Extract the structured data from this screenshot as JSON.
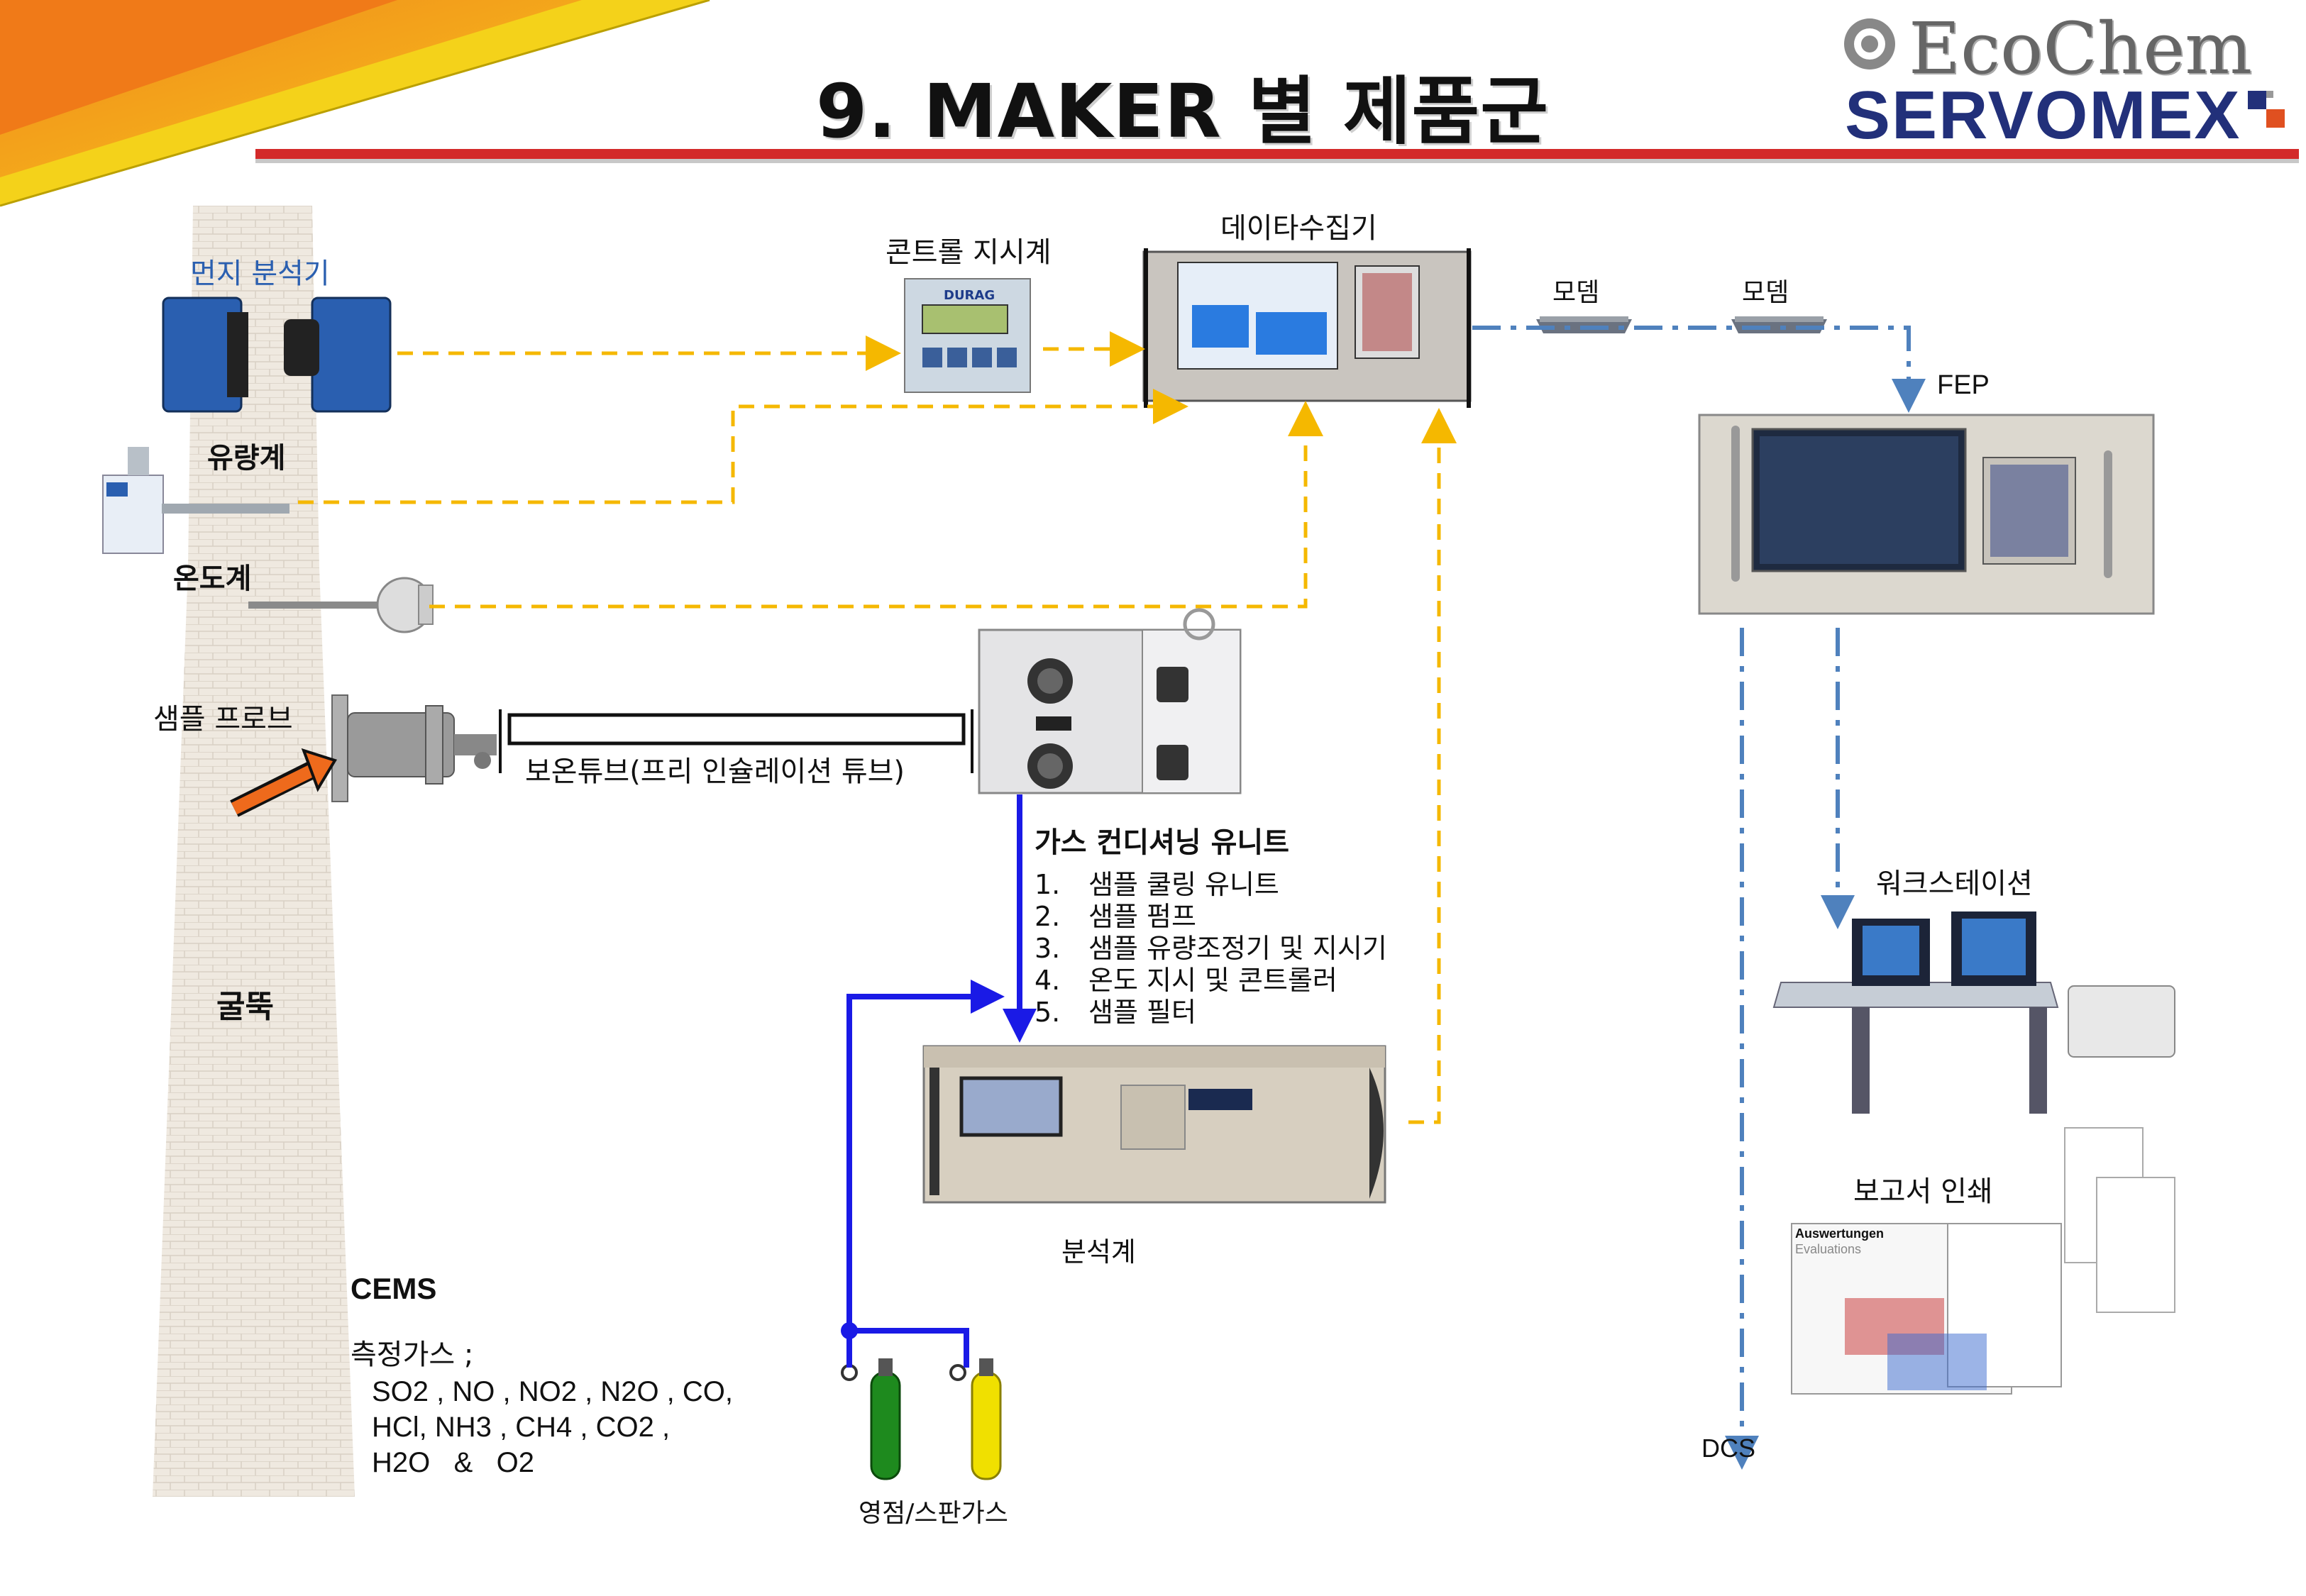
{
  "title": "9. MAKER 별 제품군",
  "logos": {
    "ecochem": "EcoChem",
    "servomex": "SERVOMEX"
  },
  "labels": {
    "dust_analyzer": "먼지 분석기",
    "flow_meter": "유량계",
    "thermometer": "온도계",
    "sample_probe": "샘플 프로브",
    "chimney": "굴뚝",
    "control_indicator": "콘트롤 지시계",
    "data_logger": "데이타수집기",
    "modem_1": "모뎀",
    "modem_2": "모뎀",
    "fep": "FEP",
    "heated_tube": "보온튜브(프리 인슐레이션 튜브)",
    "analyzer": "분석계",
    "workstation": "워크스테이션",
    "report_print": "보고서 인쇄",
    "dcs": "DCS",
    "zero_span_gas": "영점/스판가스"
  },
  "gas_conditioning": {
    "title": "가스 컨디셔닝 유니트",
    "items": [
      {
        "num": "1.",
        "text": "샘플 쿨링 유니트"
      },
      {
        "num": "2.",
        "text": "샘플 펌프"
      },
      {
        "num": "3.",
        "text": "샘플 유량조정기 및 지시기"
      },
      {
        "num": "4.",
        "text": "온도 지시 및 콘트롤러"
      },
      {
        "num": "5.",
        "text": "샘플 필터"
      }
    ]
  },
  "cems": {
    "title": "CEMS",
    "subtitle": "측정가스 ;",
    "lines": [
      "SO2 , NO , NO2 , N2O , CO,",
      "HCl, NH3 , CH4 , CO2 ,",
      "H2O   &   O2"
    ]
  },
  "device_text": {
    "durag_brand": "DURAG",
    "report_title": "Auswertungen",
    "report_subtitle": "Evaluations"
  },
  "colors": {
    "signal_dashed": "#f5b800",
    "network_dashdot": "#4f81bd",
    "gas_line": "#1a1ae6",
    "probe_arrow": "#ee6a1c",
    "title_bar": "#d32a2a",
    "chimney": "#ece6dd",
    "cylinder_green": "#1e8a1e",
    "cylinder_yellow": "#f0e000"
  }
}
